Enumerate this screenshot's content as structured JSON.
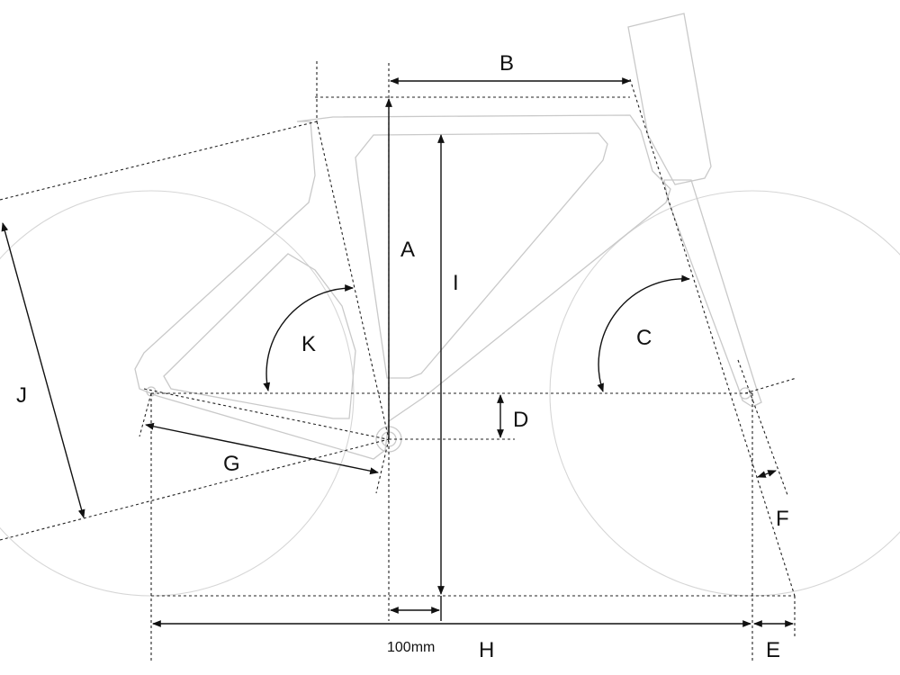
{
  "labels": {
    "A": "A",
    "B": "B",
    "C": "C",
    "D": "D",
    "E": "E",
    "F": "F",
    "G": "G",
    "H": "H",
    "I": "I",
    "J": "J",
    "K": "K"
  },
  "scale_note": "100mm"
}
